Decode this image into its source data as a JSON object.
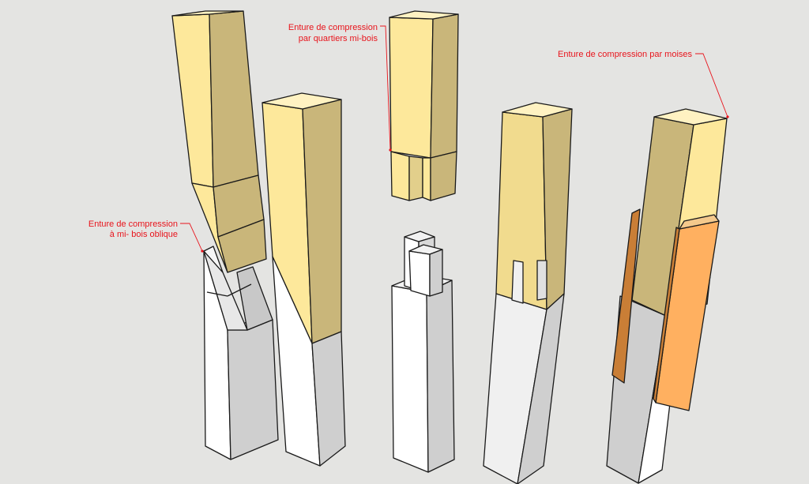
{
  "annotations": {
    "oblique_line1": "Enture de compression",
    "oblique_line2": "à mi- bois oblique",
    "quarters_line1": "Enture de compression",
    "quarters_line2": "par quartiers mi-bois",
    "moises": "Enture de compression par moises"
  },
  "colors": {
    "annotation": "#e8141c",
    "wood_front": "#fde89b",
    "wood_top": "#fff2c2",
    "wood_side": "#c9b67a",
    "white_front": "#ffffff",
    "white_side": "#cfcfcf",
    "white_top": "#f2f2f2",
    "moise_front": "#ffb060",
    "moise_side": "#c97e36",
    "background": "#e4e4e2"
  }
}
